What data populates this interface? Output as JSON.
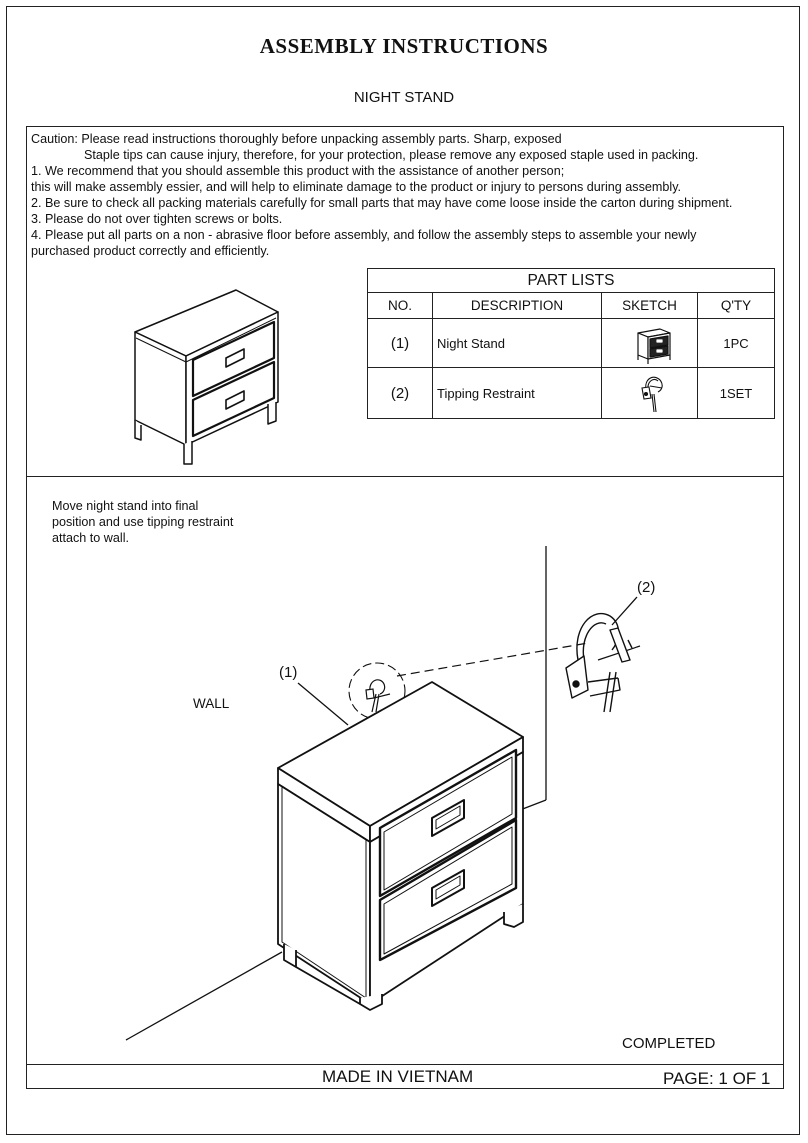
{
  "header": {
    "title": "ASSEMBLY  INSTRUCTIONS",
    "subtitle": "NIGHT STAND"
  },
  "caution": {
    "lines": [
      "Caution: Please read instructions thoroughly before unpacking assembly parts. Sharp, exposed",
      "Staple tips can cause injury, therefore, for your protection, please remove any exposed staple used in packing.",
      "1. We recommend that you should assemble this product with the assistance of another person;",
      " this will make assembly essier, and will help to eliminate damage to the product or injury to persons during assembly.",
      "2. Be sure to check all packing materials carefully for small parts that may have come loose inside the carton during shipment.",
      "3. Please do not over tighten screws or bolts.",
      "4. Please put all parts on a non - abrasive floor before assembly, and follow the assembly steps to assemble your newly",
      "purchased product correctly and efficiently."
    ]
  },
  "part_list": {
    "title": "PART LISTS",
    "columns": [
      "NO.",
      "DESCRIPTION",
      "SKETCH",
      "Q'TY"
    ],
    "rows": [
      {
        "no": "(1)",
        "description": "Night Stand",
        "sketch_icon": "nightstand-icon",
        "qty": "1PC"
      },
      {
        "no": "(2)",
        "description": "Tipping Restraint",
        "sketch_icon": "tipping-restraint-icon",
        "qty": "1SET"
      }
    ]
  },
  "step": {
    "instruction_lines": [
      "Move night stand into final",
      "position and use tipping restraint",
      "attach to wall."
    ],
    "wall_label": "WALL",
    "callout_1": "(1)",
    "callout_2": "(2)",
    "completed_label": "COMPLETED"
  },
  "footer": {
    "made_in": "MADE IN VIETNAM",
    "page": "PAGE: 1 OF 1"
  }
}
